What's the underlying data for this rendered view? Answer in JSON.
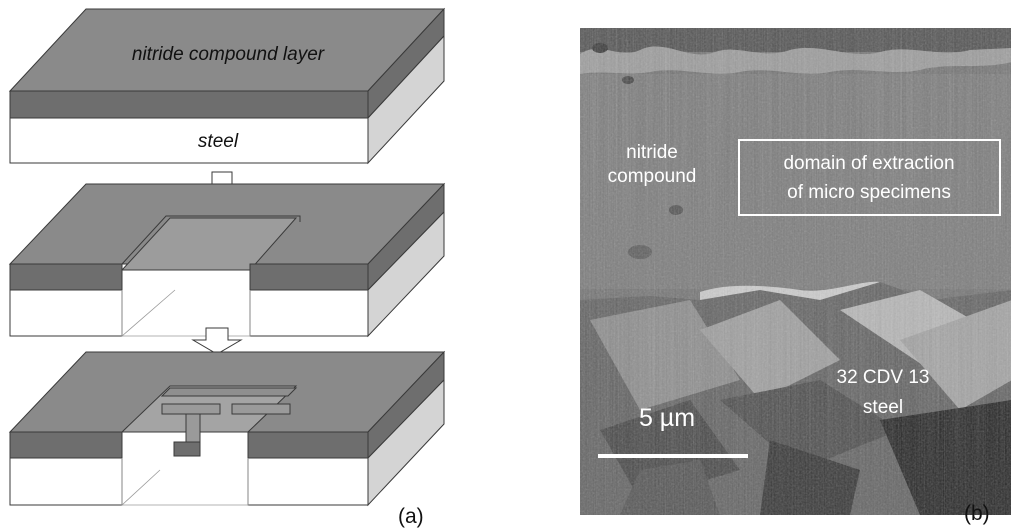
{
  "left_panel": {
    "caption": "(a)",
    "layer_labels": {
      "nitride": "nitride compound layer",
      "steel": "steel"
    },
    "colors": {
      "nitride_top": "#8a8a8a",
      "nitride_side": "#6e6e6e",
      "steel_front": "#ffffff",
      "steel_side": "#d4d4d4",
      "arrow_fill": "#ffffff",
      "stroke": "#3a3a3a"
    }
  },
  "right_panel": {
    "caption": "(b)",
    "labels": {
      "nitride_line1": "nitride",
      "nitride_line2": "compound",
      "domain_line1": "domain of extraction",
      "domain_line2": "of micro specimens",
      "steel_line1": "32 CDV 13",
      "steel_line2": "steel",
      "scale_bar": "5 µm"
    }
  }
}
